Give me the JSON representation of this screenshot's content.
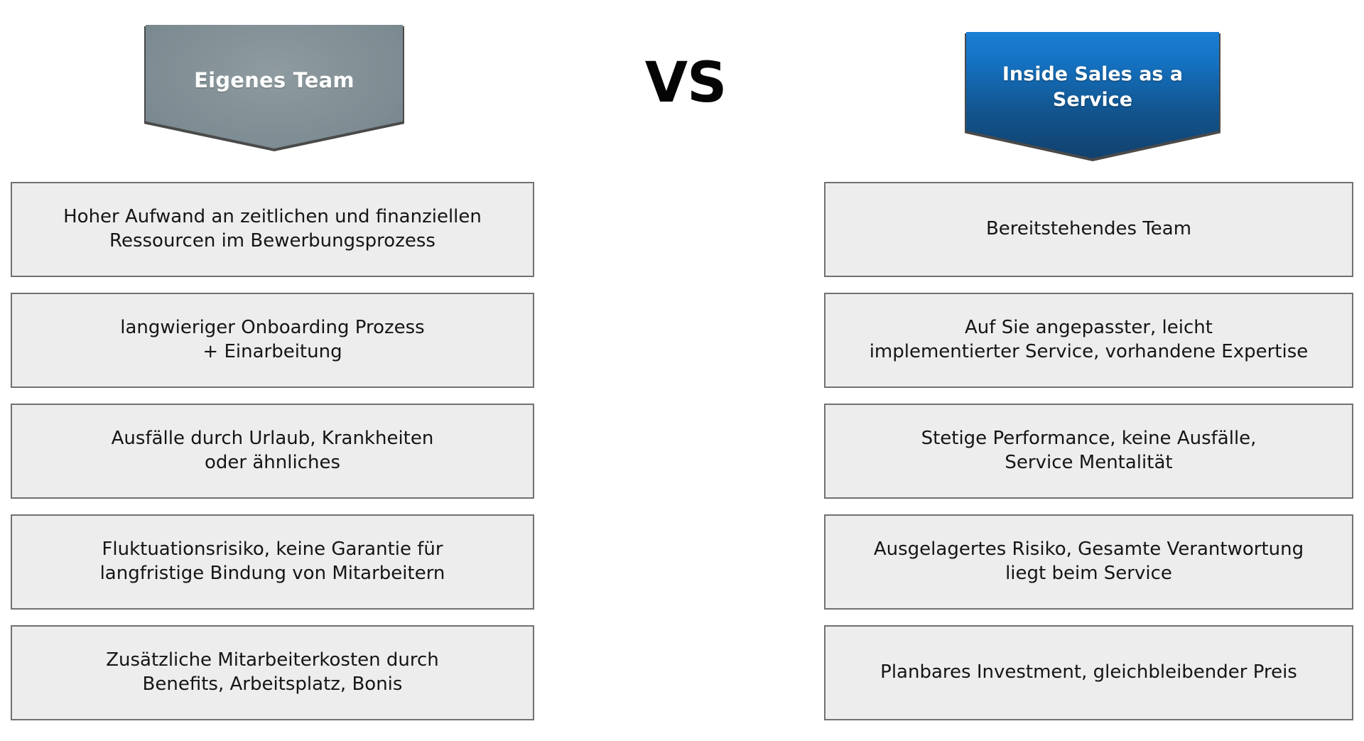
{
  "headers": {
    "left": {
      "label": "Eigenes Team",
      "fill_top": "#8e9ba1",
      "fill_bottom": "#5f6d73",
      "text_color": "#ffffff"
    },
    "right": {
      "label": "Inside Sales\nas a Service",
      "fill_top": "#1b7fd4",
      "fill_bottom": "#11416e",
      "text_color": "#ffffff"
    },
    "versus": {
      "label": "VS",
      "text_color": "#050505"
    }
  },
  "box_style": {
    "background": "#ededed",
    "border_color": "#717171",
    "text_color": "#151515"
  },
  "columns": {
    "left": {
      "title": "Eigenes Team",
      "items": [
        {
          "text": "Hoher Aufwand an zeitlichen und finanziellen\nRessourcen im Bewerbungsprozess"
        },
        {
          "text": "langwieriger Onboarding Prozess\n+ Einarbeitung"
        },
        {
          "text": "Ausfälle durch Urlaub, Krankheiten\noder ähnliches"
        },
        {
          "text": "Fluktuationsrisiko, keine Garantie für\nlangfristige Bindung von Mitarbeitern"
        },
        {
          "text": "Zusätzliche Mitarbeiterkosten durch\nBenefits, Arbeitsplatz, Bonis"
        }
      ]
    },
    "right": {
      "title": "Inside Sales as a Service",
      "items": [
        {
          "text": "Bereitstehendes Team"
        },
        {
          "text": "Auf Sie angepasster, leicht\nimplementierter Service, vorhandene Expertise"
        },
        {
          "text": "Stetige Performance, keine Ausfälle,\nService Mentalität"
        },
        {
          "text": "Ausgelagertes Risiko, Gesamte Verantwortung\nliegt beim Service"
        },
        {
          "text": "Planbares Investment, gleichbleibender Preis"
        }
      ]
    }
  }
}
